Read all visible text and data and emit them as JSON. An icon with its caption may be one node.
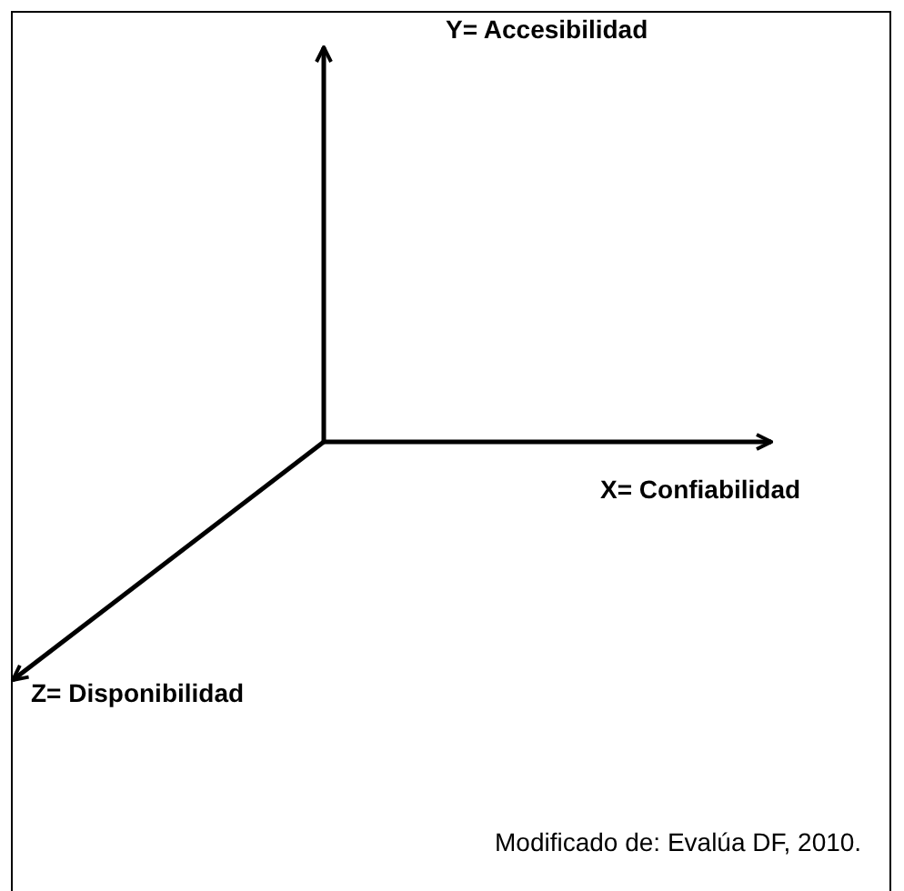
{
  "diagram": {
    "caption": "Modificado de: Evalúa DF, 2010.",
    "labels": [
      "Y= Accesibilidad",
      "X= Confiabilidad",
      "Z= Disponibilidad"
    ]
  }
}
